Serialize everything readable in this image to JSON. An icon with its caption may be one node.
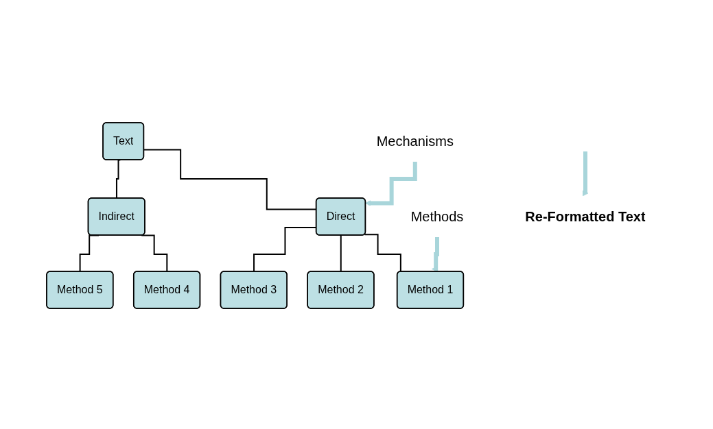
{
  "diagram": {
    "nodes": [
      {
        "text": [
          "Text"
        ]
      },
      {
        "text": [
          "Direct"
        ]
      },
      {
        "text": [
          "Indirect"
        ]
      },
      {
        "text": [
          "Method 1"
        ]
      },
      {
        "text": [
          "Method 2"
        ]
      },
      {
        "text": [
          "Method 3"
        ]
      },
      {
        "text": [
          "Method 4"
        ]
      },
      {
        "text": [
          "Method 5"
        ]
      },
      {
        "text": [
          "Mechanisms"
        ]
      },
      {
        "text": [
          "Methods"
        ]
      },
      {
        "text": [
          "Re-Formatted Text"
        ]
      }
    ],
    "edges": [
      {
        "from": 0,
        "to": 1,
        "arrow": "none"
      },
      {
        "from": 0,
        "to": 2,
        "arrow": "none"
      },
      {
        "from": 1,
        "to": 3,
        "arrow": "none"
      },
      {
        "from": 1,
        "to": 4,
        "arrow": "none"
      },
      {
        "from": 1,
        "to": 5,
        "arrow": "none"
      },
      {
        "from": 2,
        "to": 6,
        "arrow": "none"
      },
      {
        "from": 2,
        "to": 7,
        "arrow": "none"
      },
      {
        "from": 8,
        "to": 1,
        "arrow": "to",
        "style": "thick",
        "color": "#a8d5da"
      },
      {
        "from": 9,
        "to": 3,
        "arrow": "to",
        "style": "thick",
        "color": "#a8d5da"
      },
      {
        "from": null,
        "to": 10,
        "arrow": "to",
        "style": "thick",
        "color": "#a8d5da"
      }
    ]
  }
}
